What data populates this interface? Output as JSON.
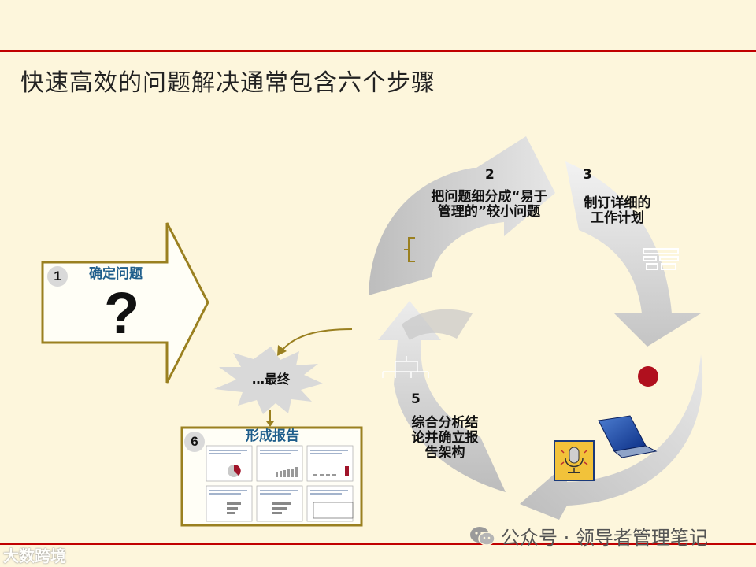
{
  "title": "快速高效的问题解决通常包含六个步骤",
  "steps": [
    {
      "num": "1",
      "label": "确定问题",
      "symbol": "?"
    },
    {
      "num": "2",
      "label_lines": [
        "把问题细分成“易于",
        "管理的”较小问题"
      ]
    },
    {
      "num": "3",
      "label_lines": [
        "制订详细的",
        "工作计划"
      ]
    },
    {
      "num": "5",
      "label_lines": [
        "综合分析结",
        "论并确立报",
        "告架构"
      ]
    },
    {
      "num": "6",
      "label": "形成报告"
    }
  ],
  "final_label": "…最终",
  "footer": {
    "icon": "wechat-icon",
    "text": "公众号 · 领导者管理笔记"
  },
  "watermark": "大数跨境",
  "colors": {
    "accent_red": "#c00000",
    "olive": "#9a8020",
    "blue_label": "#1f5e8c",
    "arrow_gray": "#d4d4d4"
  }
}
